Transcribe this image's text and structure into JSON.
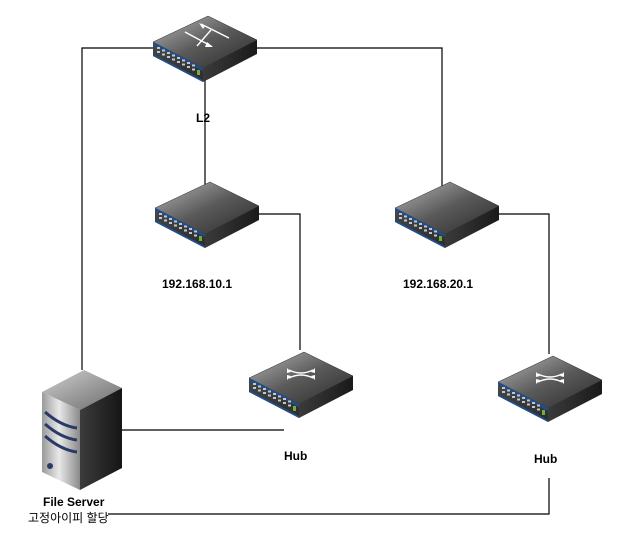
{
  "diagram": {
    "nodes": {
      "l2_switch": {
        "label": "L2",
        "icon": "layer2-switch-icon"
      },
      "router_a": {
        "label": "192.168.10.1",
        "icon": "router-icon"
      },
      "router_b": {
        "label": "192.168.20.1",
        "icon": "router-icon"
      },
      "hub_a": {
        "label": "Hub",
        "icon": "hub-icon"
      },
      "hub_b": {
        "label": "Hub",
        "icon": "hub-icon"
      },
      "file_server": {
        "label": "File Server",
        "sublabel": "고정아이피 할당",
        "icon": "server-icon"
      }
    },
    "edges": [
      {
        "from": "l2_switch",
        "to": "router_a"
      },
      {
        "from": "l2_switch",
        "to": "router_b"
      },
      {
        "from": "l2_switch",
        "to": "file_server"
      },
      {
        "from": "router_a",
        "to": "hub_a"
      },
      {
        "from": "router_b",
        "to": "hub_b"
      },
      {
        "from": "file_server",
        "to": "hub_a"
      },
      {
        "from": "file_server",
        "to": "hub_b"
      }
    ],
    "colors": {
      "line": "#000000",
      "device_body": "#3a3a3a",
      "device_blue_band": "#1f4e8c",
      "port_led": "#6fae3a",
      "server_dark": "#2e2e2e"
    }
  }
}
